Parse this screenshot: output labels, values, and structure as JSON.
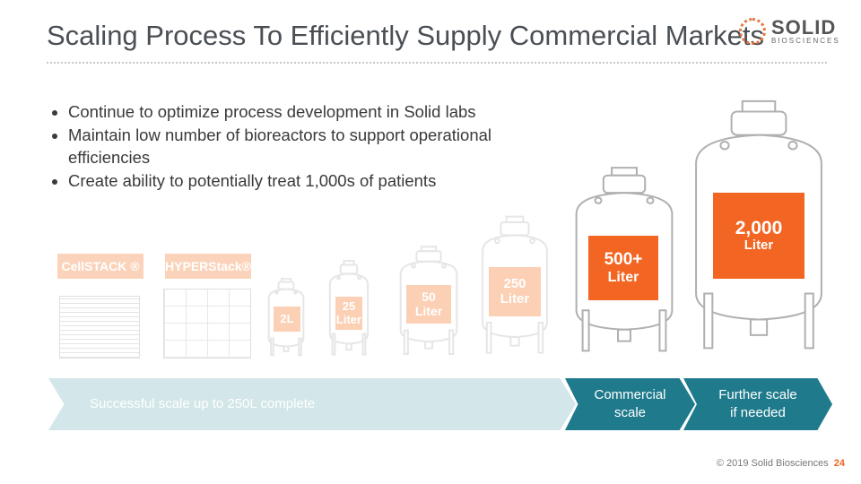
{
  "title": "Scaling Process To Efficiently Supply Commercial Markets",
  "logo": {
    "word": "SOLID",
    "sub": "BIOSCIENCES"
  },
  "bullets": [
    "Continue to optimize process development in Solid labs",
    "Maintain low number of bioreactors to support operational efficiencies",
    "Create ability to potentially treat 1,000s of patients"
  ],
  "equipment": {
    "cellstack": "CellSTACK ®",
    "hyperstack": "HYPERStack®"
  },
  "tanks": [
    {
      "line1": "2L",
      "line2": ""
    },
    {
      "line1": "25",
      "line2": "Liter"
    },
    {
      "line1": "50",
      "line2": "Liter"
    },
    {
      "line1": "250",
      "line2": "Liter"
    },
    {
      "line1": "500+",
      "line2": "Liter"
    },
    {
      "line1": "2,000",
      "line2": "Liter"
    }
  ],
  "process": {
    "step1": "Successful scale up to 250L complete",
    "step2": "Commercial scale",
    "step3": "Further scale if needed"
  },
  "footer": {
    "copyright": "© 2019 Solid Biosciences",
    "page": "24"
  },
  "colors": {
    "orange": "#f26522",
    "faded_orange": "#fbd0b5",
    "teal": "#1f7a8c",
    "light_teal": "#d3e6ea"
  }
}
